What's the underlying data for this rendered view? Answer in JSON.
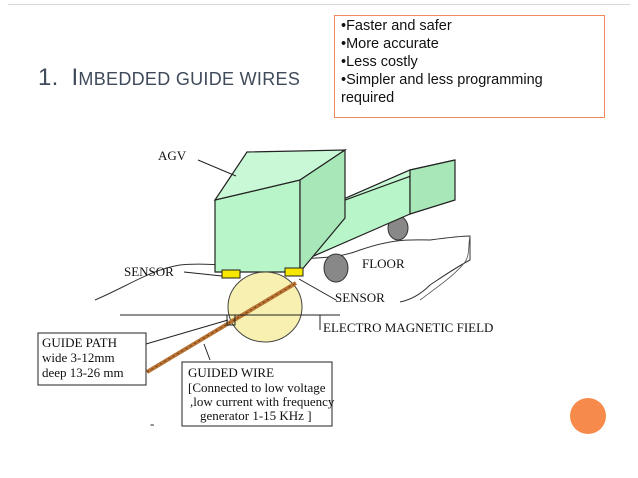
{
  "title": {
    "number": "1.",
    "first_letter": "I",
    "rest": "MBEDDED GUIDE WIRES"
  },
  "callout": {
    "items": [
      "•Faster and safer",
      "•More accurate",
      "•Less costly",
      "•Simpler and less programming",
      "required"
    ]
  },
  "diagram": {
    "agv_label": "AGV",
    "sensor_left": "SENSOR",
    "sensor_right": "SENSOR",
    "floor_label": "FLOOR",
    "field_label": "ELECTRO MAGNETIC FIELD",
    "guide_path": {
      "heading": "GUIDE PATH",
      "line1": "wide 3-12mm",
      "line2": "deep 13-26 mm"
    },
    "guided_wire": {
      "heading": "GUIDED WIRE",
      "line1": "[Connected to low voltage",
      "line2": ",low current with frequency",
      "line3": "generator 1-15 KHz ]"
    },
    "dash": "-",
    "colors": {
      "vehicle": "#b8f5c8",
      "sensor": "#f7e600",
      "field": "#f7f0b0",
      "wire": "#b87333",
      "accent": "#f58a4b"
    }
  }
}
